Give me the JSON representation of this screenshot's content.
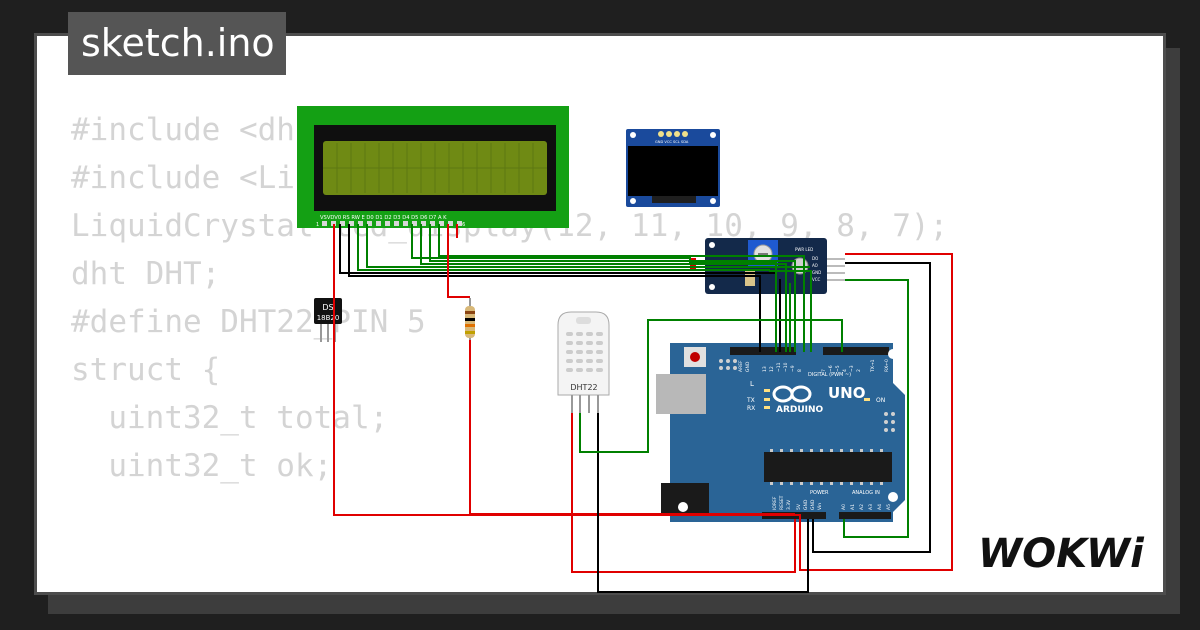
{
  "title": {
    "text": "sketch.ino"
  },
  "code_lines": [
    "#include <dht.h>",
    "#include <LiquidCrystal.h>",
    "",
    "LiquidCrystal lcd_display(12, 11, 10, 9, 8, 7);",
    "",
    "dht DHT;",
    "",
    "#define DHT22_PIN 5",
    "struct {",
    "  uint32_t total;",
    "  uint32_t ok;"
  ],
  "lcd": {
    "pin_label_1": "VSVDV0 RS RW E D0 D1 D2 D3 D4 D5 D6 D7 A K",
    "pin_start": "1",
    "pin_end": "16"
  },
  "oled": {
    "pins": "GND VCC SCL SDA"
  },
  "sensor_module": {
    "labels": [
      "PWR LED",
      "DO",
      "AO",
      "GND",
      "VCC"
    ]
  },
  "ds18b20": {
    "line1": "DS",
    "line2": "18B20"
  },
  "dht22": {
    "label": "DHT22"
  },
  "arduino": {
    "logo_text": "ARDUINO",
    "model": "UNO",
    "digital_label": "DIGITAL (PWM ~)",
    "power_label": "POWER",
    "analog_label": "ANALOG IN",
    "on_label": "ON",
    "l_label": "L",
    "tx_label": "TX",
    "rx_label": "RX",
    "top_pins": [
      "AREF",
      "GND",
      "13",
      "12",
      "~11",
      "~10",
      "~9",
      "8",
      "7",
      "~6",
      "~5",
      "4",
      "~3",
      "2",
      "TX→1",
      "RX←0"
    ],
    "power_pins": [
      "IOREF",
      "RESET",
      "3.3V",
      "5V",
      "GND",
      "GND",
      "Vin"
    ],
    "analog_pins": [
      "A0",
      "A1",
      "A2",
      "A3",
      "A4",
      "A5"
    ]
  },
  "brand": {
    "text": "WOKWi"
  },
  "colors": {
    "background": "#1f1f1f",
    "card": "#ffffff",
    "title_bg": "#555555",
    "wire_red": "#e00000",
    "wire_green": "#008000",
    "wire_black": "#000000",
    "board_blue": "#2a6496",
    "lcd_pcb": "#14a014"
  }
}
